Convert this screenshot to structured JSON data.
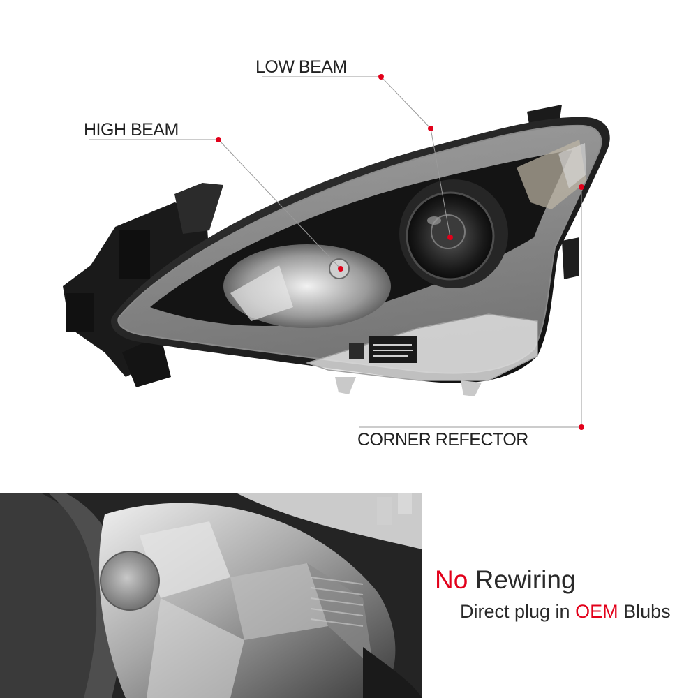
{
  "callouts": {
    "low_beam": "LOW BEAM",
    "high_beam": "HIGH BEAM",
    "corner_reflector": "CORNER REFECTOR"
  },
  "feature": {
    "title_accent": "No",
    "title_rest": " Rewiring",
    "subtitle_pre": "Direct plug in ",
    "subtitle_accent": "OEM",
    "subtitle_post": " Blubs"
  },
  "colors": {
    "accent": "#e2001a",
    "text": "#2a2a2a",
    "leader_line": "#9a9a9a"
  }
}
